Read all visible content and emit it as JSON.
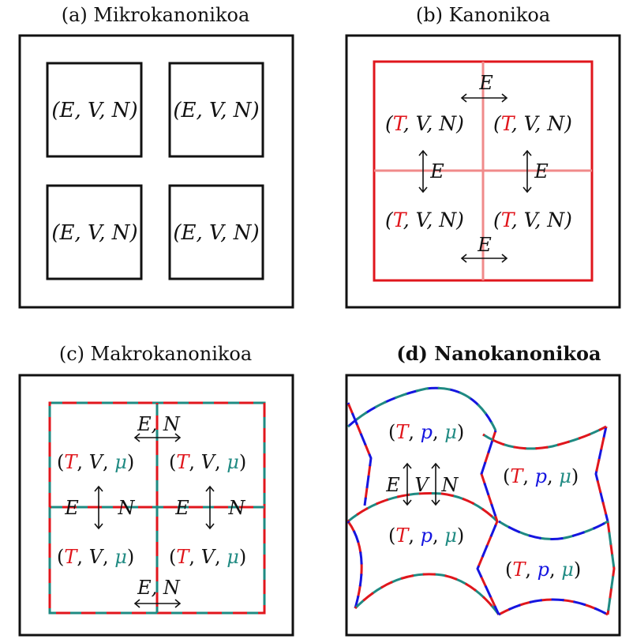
{
  "panels": {
    "a": {
      "title": "(a) Mikrokanonikoa",
      "cell_label": "(E, V, N)"
    },
    "b": {
      "title": "(b) Kanonikoa",
      "cell_label": "(T, V, N)",
      "exchange": "E"
    },
    "c": {
      "title": "(c) Makrokanonikoa",
      "cell_label": "(T, V, μ)",
      "exchange_h": "E, N",
      "exchange_e": "E",
      "exchange_n": "N"
    },
    "d": {
      "title": "(d) Nanokanonikoa",
      "cell_label": "(T, p, μ)",
      "exchange_e": "E",
      "exchange_v": "V",
      "exchange_n": "N"
    }
  },
  "colors": {
    "red": "#e0161c",
    "light_red": "#f08a8a",
    "teal": "#1f8a82",
    "blue": "#1515e0",
    "black": "#111111"
  }
}
